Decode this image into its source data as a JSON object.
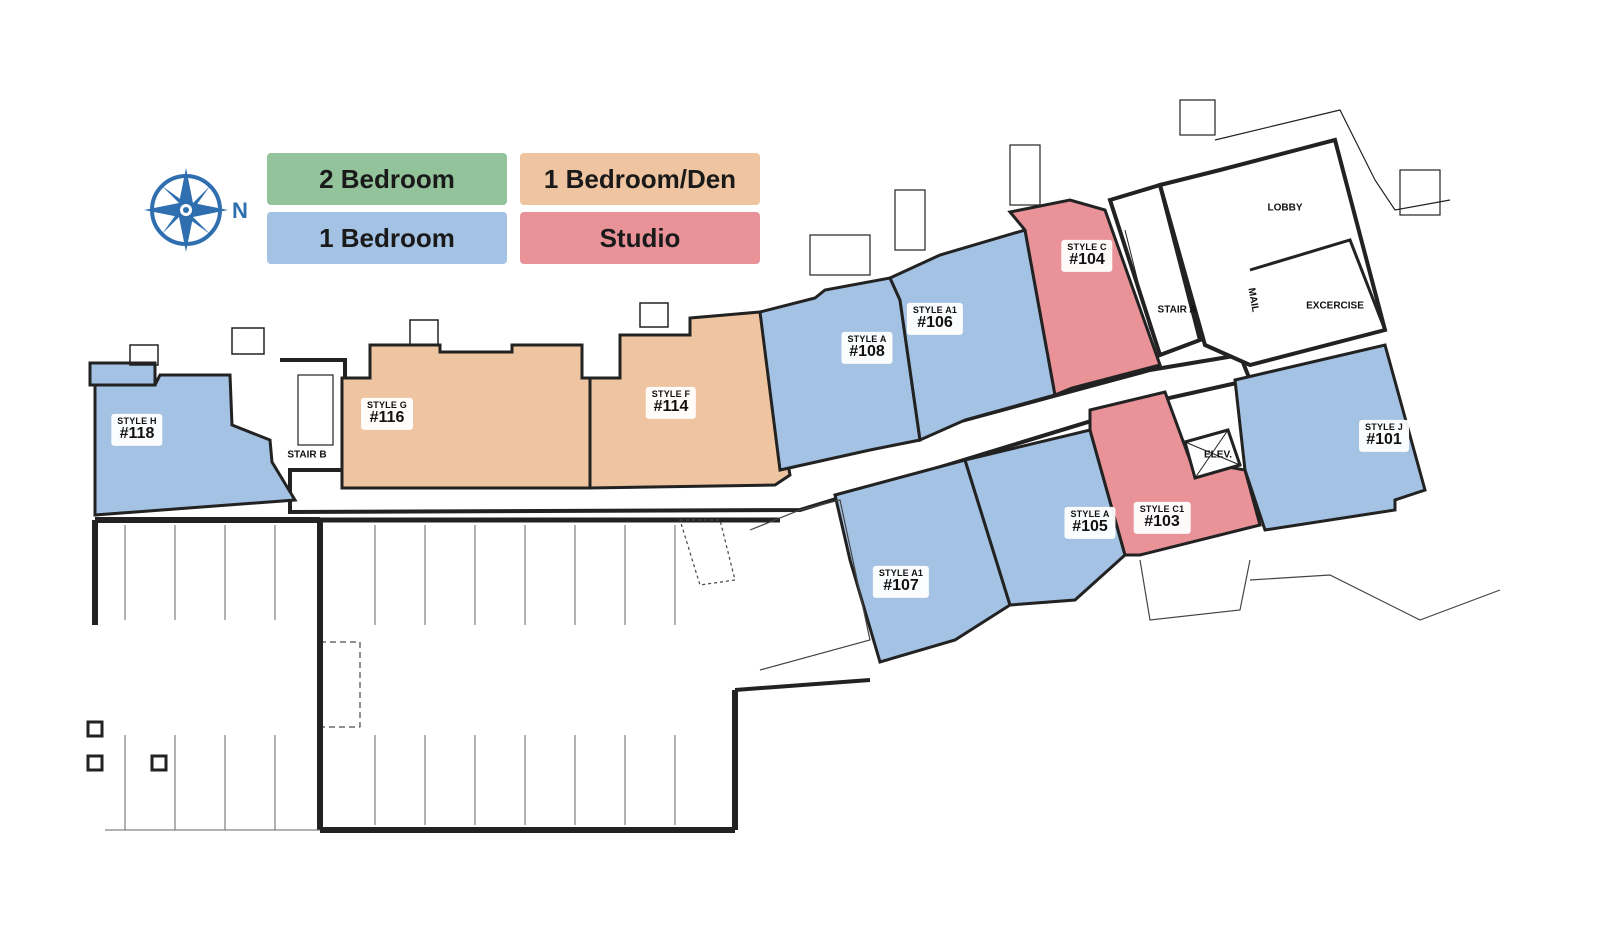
{
  "colors": {
    "two_bedroom": "#93c39b",
    "one_bedroom": "#a4c2e3",
    "one_bedroom_den": "#efc4a0",
    "studio": "#e99399",
    "wall": "#1a1a1a",
    "compass": "#2f6fb0"
  },
  "legend": {
    "two_bedroom": "2 Bedroom",
    "one_bedroom": "1 Bedroom",
    "one_bedroom_den": "1 Bedroom/Den",
    "studio": "Studio"
  },
  "compass": {
    "label": "N",
    "icon": "compass-rose-icon"
  },
  "units": [
    {
      "id": "118",
      "style": "STYLE H",
      "number": "#118",
      "type": "one_bedroom"
    },
    {
      "id": "116",
      "style": "STYLE G",
      "number": "#116",
      "type": "one_bedroom_den"
    },
    {
      "id": "114",
      "style": "STYLE F",
      "number": "#114",
      "type": "one_bedroom_den"
    },
    {
      "id": "108",
      "style": "STYLE A",
      "number": "#108",
      "type": "one_bedroom"
    },
    {
      "id": "106",
      "style": "STYLE A1",
      "number": "#106",
      "type": "one_bedroom"
    },
    {
      "id": "104",
      "style": "STYLE C",
      "number": "#104",
      "type": "studio"
    },
    {
      "id": "107",
      "style": "STYLE A1",
      "number": "#107",
      "type": "one_bedroom"
    },
    {
      "id": "105",
      "style": "STYLE A",
      "number": "#105",
      "type": "one_bedroom"
    },
    {
      "id": "103",
      "style": "STYLE C1",
      "number": "#103",
      "type": "studio"
    },
    {
      "id": "101",
      "style": "STYLE J",
      "number": "#101",
      "type": "one_bedroom"
    }
  ],
  "areas": {
    "stair_b": "STAIR B",
    "stair_a": "STAIR A",
    "lobby": "LOBBY",
    "mail": "MAIL",
    "excercise": "EXCERCISE",
    "elev": "ELEV."
  }
}
